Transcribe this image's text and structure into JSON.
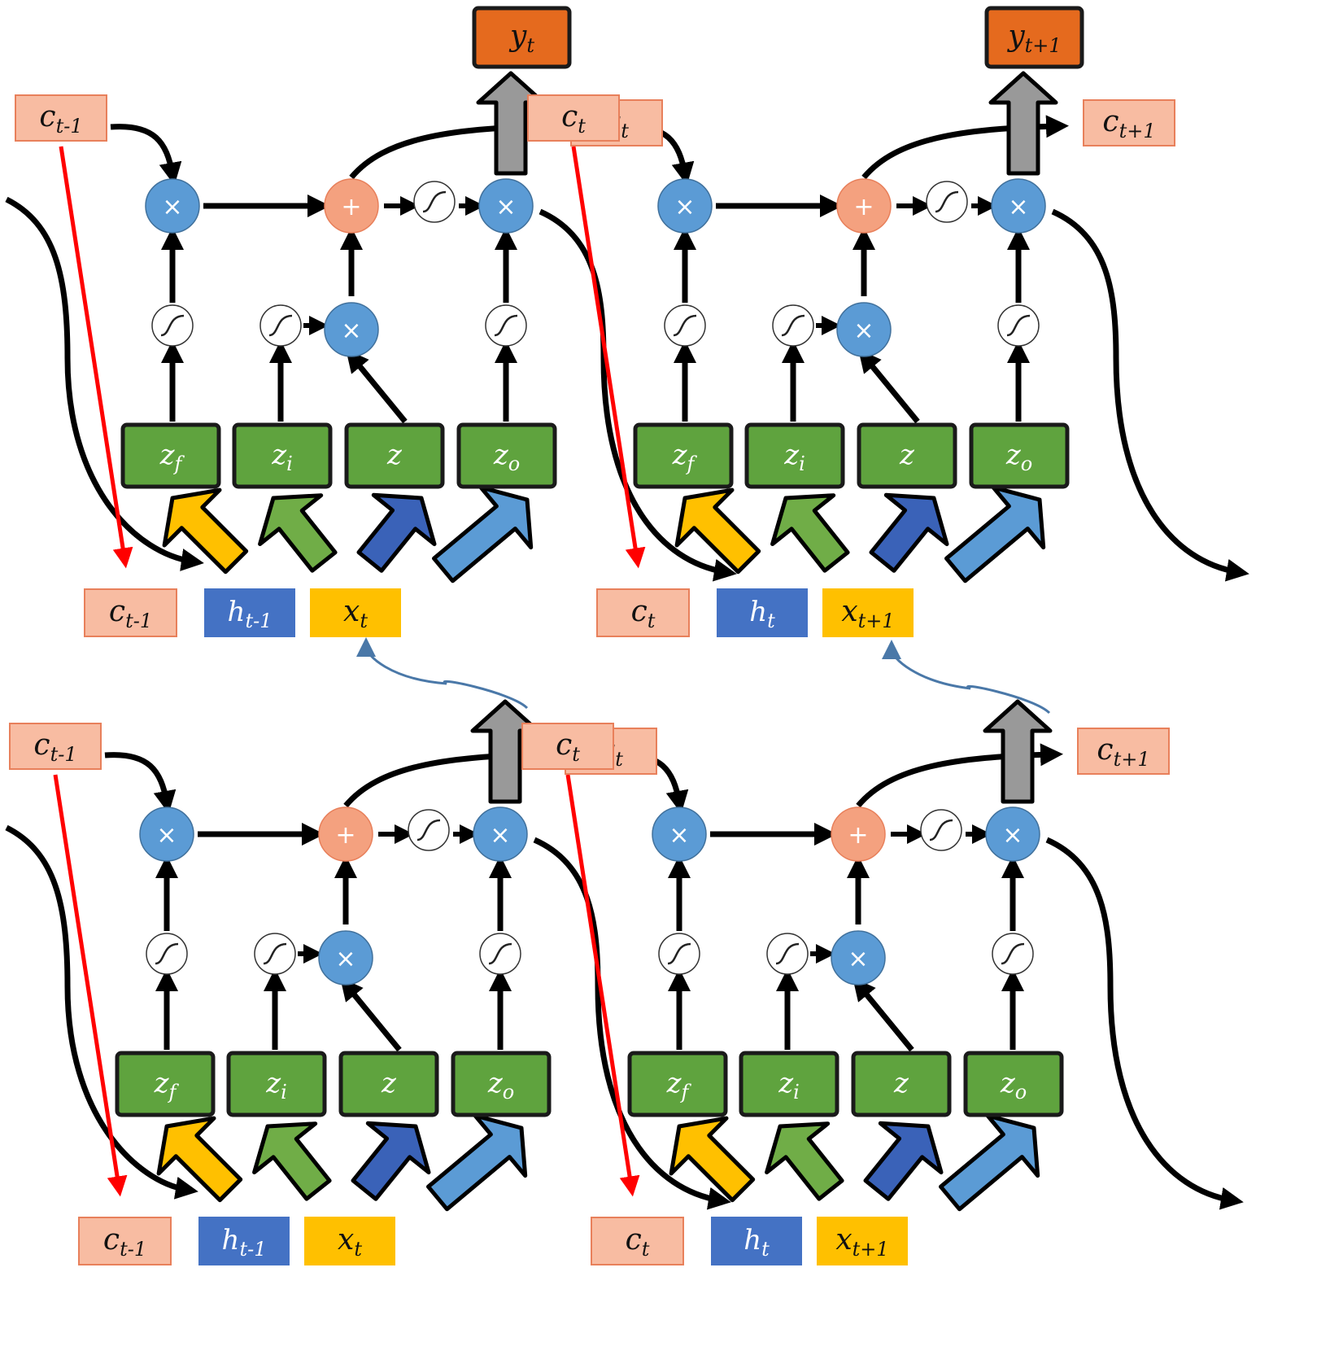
{
  "colors": {
    "cell_state_box": "#f8bca2",
    "cell_state_border": "#e8805b",
    "output_box": "#e56a1e",
    "hidden_box": "#4472c4",
    "input_box": "#ffc000",
    "gate_box": "#5fa33e",
    "multiply_node": "#5b9bd5",
    "add_node": "#f4a17f",
    "gray_arrow": "#999999",
    "peephole_arrow": "#ff0000",
    "feedback_arrow": "#4a78a8",
    "arrow_yellow": "#ffc000",
    "arrow_green": "#70ad47",
    "arrow_darkblue": "#3a62b8",
    "arrow_lightblue": "#5b9bd5"
  },
  "icons": {
    "multiply": "multiply-icon",
    "add": "plus-icon",
    "activation": "sigmoid-icon"
  },
  "symbols": {
    "multiply": "×",
    "add": "+"
  },
  "top_row": {
    "blocks": [
      {
        "c_in": {
          "base": "c",
          "sub": "t-1"
        },
        "c_out": {
          "base": "c",
          "sub": "t"
        },
        "y": {
          "base": "y",
          "sub": "t"
        },
        "gates": [
          {
            "base": "z",
            "sub": "f"
          },
          {
            "base": "z",
            "sub": "i"
          },
          {
            "base": "z",
            "sub": ""
          },
          {
            "base": "z",
            "sub": "o"
          }
        ],
        "inputs": [
          {
            "base": "c",
            "sub": "t-1"
          },
          {
            "base": "h",
            "sub": "t-1"
          },
          {
            "base": "x",
            "sub": "t"
          }
        ]
      },
      {
        "c_in": {
          "base": "c",
          "sub": "t"
        },
        "c_out": {
          "base": "c",
          "sub": "t+1"
        },
        "y": {
          "base": "y",
          "sub": "t+1"
        },
        "gates": [
          {
            "base": "z",
            "sub": "f"
          },
          {
            "base": "z",
            "sub": "i"
          },
          {
            "base": "z",
            "sub": ""
          },
          {
            "base": "z",
            "sub": "o"
          }
        ],
        "inputs": [
          {
            "base": "c",
            "sub": "t"
          },
          {
            "base": "h",
            "sub": "t"
          },
          {
            "base": "x",
            "sub": "t+1"
          }
        ]
      }
    ]
  },
  "bottom_row": {
    "blocks": [
      {
        "c_in": {
          "base": "c",
          "sub": "t-1"
        },
        "c_out": {
          "base": "c",
          "sub": "t"
        },
        "gates": [
          {
            "base": "z",
            "sub": "f"
          },
          {
            "base": "z",
            "sub": "i"
          },
          {
            "base": "z",
            "sub": ""
          },
          {
            "base": "z",
            "sub": "o"
          }
        ],
        "inputs": [
          {
            "base": "c",
            "sub": "t-1"
          },
          {
            "base": "h",
            "sub": "t-1"
          },
          {
            "base": "x",
            "sub": "t"
          }
        ]
      },
      {
        "c_in": {
          "base": "c",
          "sub": "t"
        },
        "c_out": {
          "base": "c",
          "sub": "t+1"
        },
        "gates": [
          {
            "base": "z",
            "sub": "f"
          },
          {
            "base": "z",
            "sub": "i"
          },
          {
            "base": "z",
            "sub": ""
          },
          {
            "base": "z",
            "sub": "o"
          }
        ],
        "inputs": [
          {
            "base": "c",
            "sub": "t"
          },
          {
            "base": "h",
            "sub": "t"
          },
          {
            "base": "x",
            "sub": "t+1"
          }
        ]
      }
    ]
  }
}
